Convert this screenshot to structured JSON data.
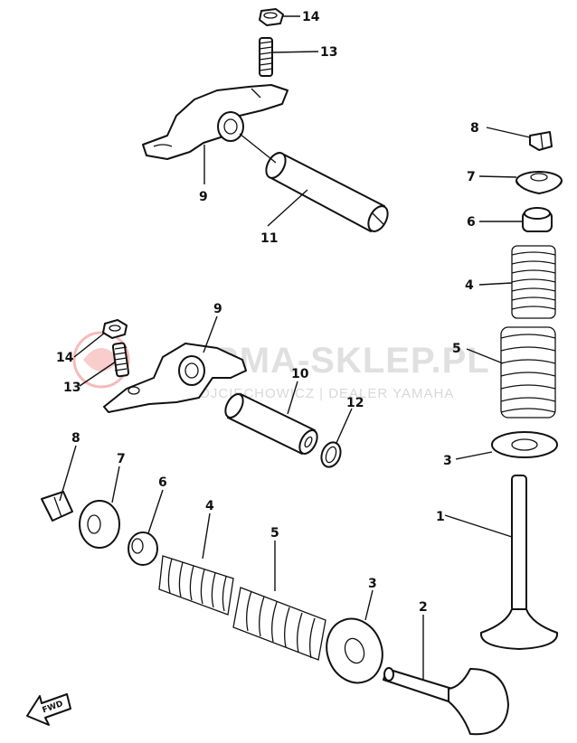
{
  "watermark": {
    "brand": "ARMA-SKLEP.PL",
    "subtitle": "WOJCIECHOWICZ | DEALER YAMAHA",
    "logo_color": "#e53935"
  },
  "fwd_label": "FWD",
  "callouts": {
    "c14_top": "14",
    "c13_top": "13",
    "c9_top": "9",
    "c11": "11",
    "c8_right": "8",
    "c7_right": "7",
    "c6_right": "6",
    "c4_right": "4",
    "c5_right": "5",
    "c3_right": "3",
    "c1": "1",
    "c9_mid": "9",
    "c14_mid": "14",
    "c13_mid": "13",
    "c10": "10",
    "c12": "12",
    "c8_left": "8",
    "c7_left": "7",
    "c6_left": "6",
    "c4_left": "4",
    "c5_left": "5",
    "c3_left": "3",
    "c2": "2"
  }
}
